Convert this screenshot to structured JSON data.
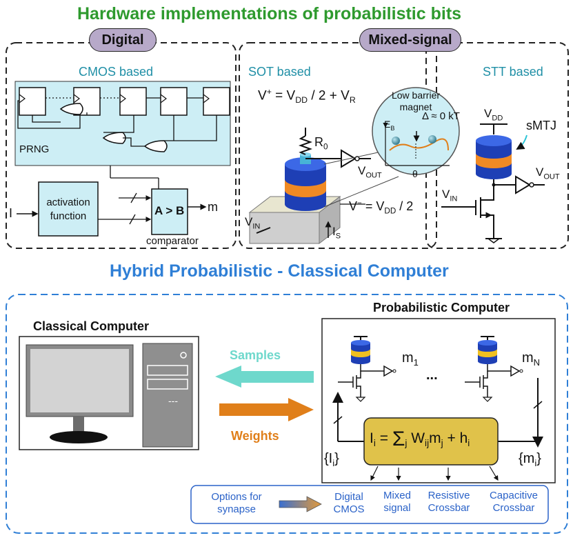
{
  "title": "Hardware implementations of probabilistic bits",
  "categories": {
    "digital": "Digital",
    "mixed": "Mixed-signal"
  },
  "cmos": {
    "heading": "CMOS based",
    "prng": "PRNG",
    "activation": "activation function",
    "input": "I",
    "compare": "A > B",
    "output": "m",
    "comparator": "comparator"
  },
  "sot": {
    "heading": "SOT based",
    "vplus": "V⁺ = V_DD / 2 + V_R",
    "r0": "R₀",
    "vout": "V_OUT",
    "vminus": "V⁻ = V_DD / 2",
    "vin": "V_IN",
    "is": "I_S",
    "inset_title": "Low barrier magnet",
    "eb": "E_B",
    "delta": "Δ ≈ 0 kT",
    "theta": "θ"
  },
  "stt": {
    "heading": "STT based",
    "vdd": "V_DD",
    "smtj": "sMTJ",
    "vout": "V_OUT",
    "vin": "V_IN"
  },
  "hybrid": {
    "title": "Hybrid Probabilistic - Classical Computer",
    "classical": "Classical Computer",
    "probabilistic": "Probabilistic Computer",
    "samples": "Samples",
    "weights": "Weights",
    "m1": "m₁",
    "mn": "m_N",
    "dots": "...",
    "equation": "I_i = Σ_j W_ij m_j + h_i",
    "li": "{I_i}",
    "mi": "{m_i}",
    "options_label": "Options for synapse",
    "options": [
      "Digital CMOS",
      "Mixed signal",
      "Resistive Crossbar",
      "Capacitive Crossbar"
    ],
    "dashes": "---"
  },
  "colors": {
    "green": "#2e9a2e",
    "blue": "#2f7fd6",
    "teal": "#1f8fa6",
    "pill": "#b7a9c9",
    "prng_fill": "#cdeef5",
    "magnet_blue": "#1e3fb5",
    "magnet_orange": "#f08a24",
    "synapse_fill": "#e0c24a",
    "samples_arrow": "#6ed8cc",
    "weights_arrow": "#e07f1a"
  }
}
